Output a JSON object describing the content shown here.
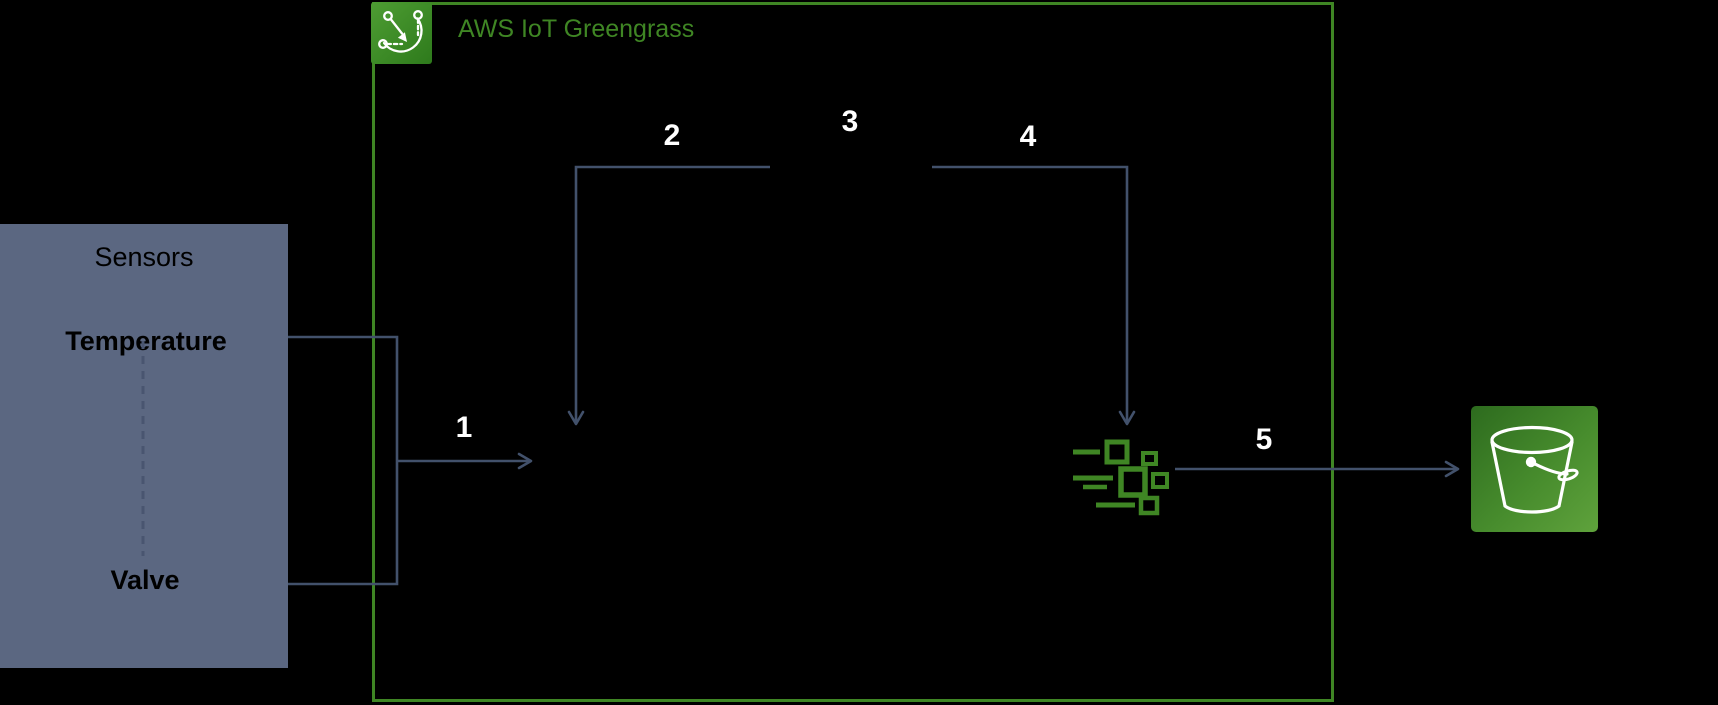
{
  "greengrass": {
    "title": "AWS IoT Greengrass"
  },
  "sensors_box": {
    "title": "Sensors",
    "sensor_top": "Temperature",
    "sensor_bottom": "Valve"
  },
  "steps": [
    {
      "label": "1"
    },
    {
      "label": "2"
    },
    {
      "label": "3"
    },
    {
      "label": "4"
    },
    {
      "label": "5"
    }
  ],
  "icons": {
    "greengrass_badge": "aws-iot-greengrass-icon",
    "stream_manager": "stream-manager-icon",
    "s3_bucket": "amazon-s3-bucket-icon"
  },
  "colors": {
    "background": "#000000",
    "greengrass_green": "#3F8624",
    "connector_slate": "#42516B",
    "sensors_fill": "#5B6781",
    "label_white": "#FFFFFF",
    "text_black": "#000000"
  }
}
